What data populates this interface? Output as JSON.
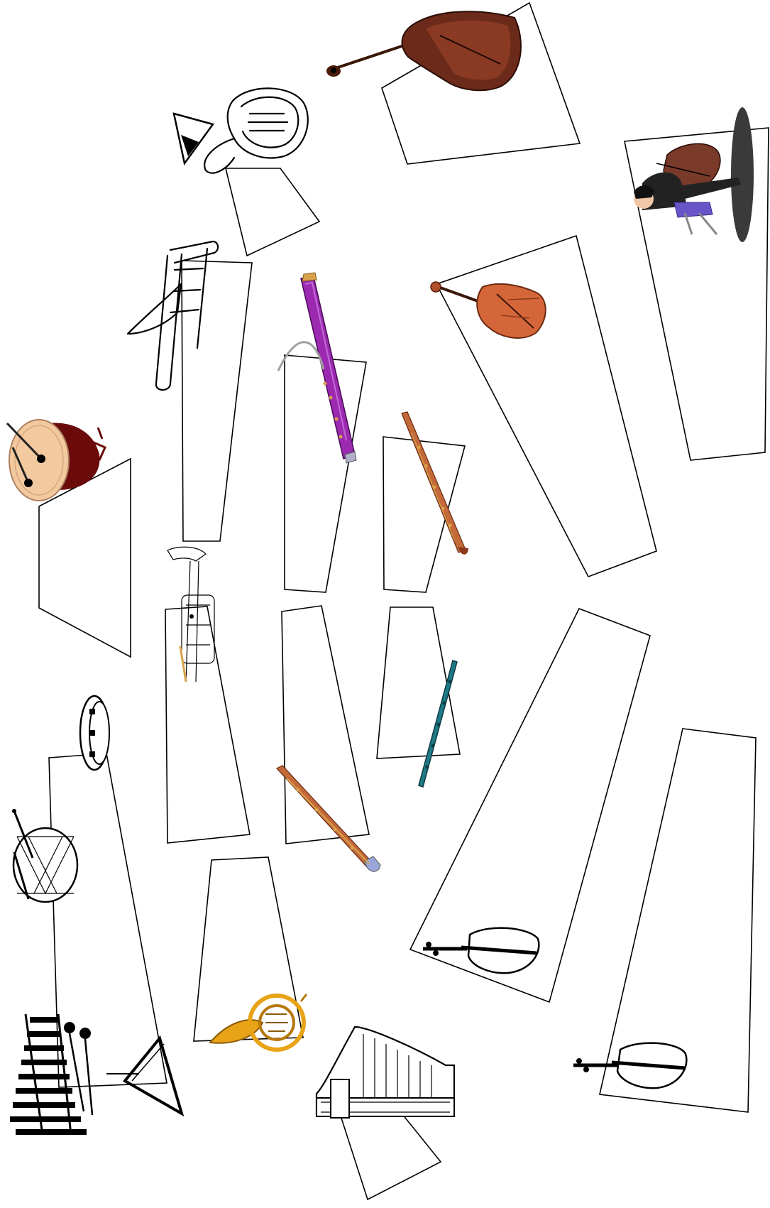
{
  "scene": {
    "background_color": "#ffffff",
    "panel_color": "#ffffff",
    "outline_color": "#000000"
  },
  "instruments": [
    {
      "id": "double-bass",
      "icon": "double-bass-icon",
      "colors": [
        "#6b2a1a",
        "#8a3a22"
      ]
    },
    {
      "id": "tuba",
      "icon": "tuba-icon",
      "colors": [
        "#000000"
      ]
    },
    {
      "id": "cellist",
      "icon": "cellist-icon",
      "colors": [
        "#222222",
        "#7a3a2a",
        "#6a55c8"
      ]
    },
    {
      "id": "trombone",
      "icon": "trombone-icon",
      "colors": [
        "#000000"
      ]
    },
    {
      "id": "bassoon",
      "icon": "bassoon-icon",
      "colors": [
        "#9b2ab0",
        "#c98a2a"
      ]
    },
    {
      "id": "viola",
      "icon": "viola-icon",
      "colors": [
        "#d5663a",
        "#8a3a1a"
      ]
    },
    {
      "id": "bass-drum",
      "icon": "bass-drum-icon",
      "colors": [
        "#6a0a0a",
        "#f3c9a0"
      ]
    },
    {
      "id": "oboe",
      "icon": "oboe-icon",
      "colors": [
        "#c46a3a",
        "#d9a24a"
      ]
    },
    {
      "id": "trumpet",
      "icon": "trumpet-icon",
      "colors": [
        "#000000",
        "#d9a24a"
      ]
    },
    {
      "id": "flute",
      "icon": "flute-icon",
      "colors": [
        "#1f7a86",
        "#0e3a44"
      ]
    },
    {
      "id": "tambourine",
      "icon": "tambourine-icon",
      "colors": [
        "#000000"
      ]
    },
    {
      "id": "clarinet",
      "icon": "clarinet-icon",
      "colors": [
        "#c46a3a",
        "#d9a24a",
        "#9aa6d8"
      ]
    },
    {
      "id": "snare-drum",
      "icon": "snare-drum-icon",
      "colors": [
        "#000000"
      ]
    },
    {
      "id": "violin-2",
      "icon": "violin-icon",
      "colors": [
        "#000000"
      ]
    },
    {
      "id": "french-horn",
      "icon": "french-horn-icon",
      "colors": [
        "#e8a317",
        "#b8780a"
      ]
    },
    {
      "id": "xylophone",
      "icon": "xylophone-icon",
      "colors": [
        "#000000"
      ]
    },
    {
      "id": "triangle",
      "icon": "triangle-icon",
      "colors": [
        "#000000"
      ]
    },
    {
      "id": "harp",
      "icon": "harp-icon",
      "colors": [
        "#000000"
      ]
    },
    {
      "id": "violin-1",
      "icon": "violin-icon",
      "colors": [
        "#000000"
      ]
    }
  ]
}
